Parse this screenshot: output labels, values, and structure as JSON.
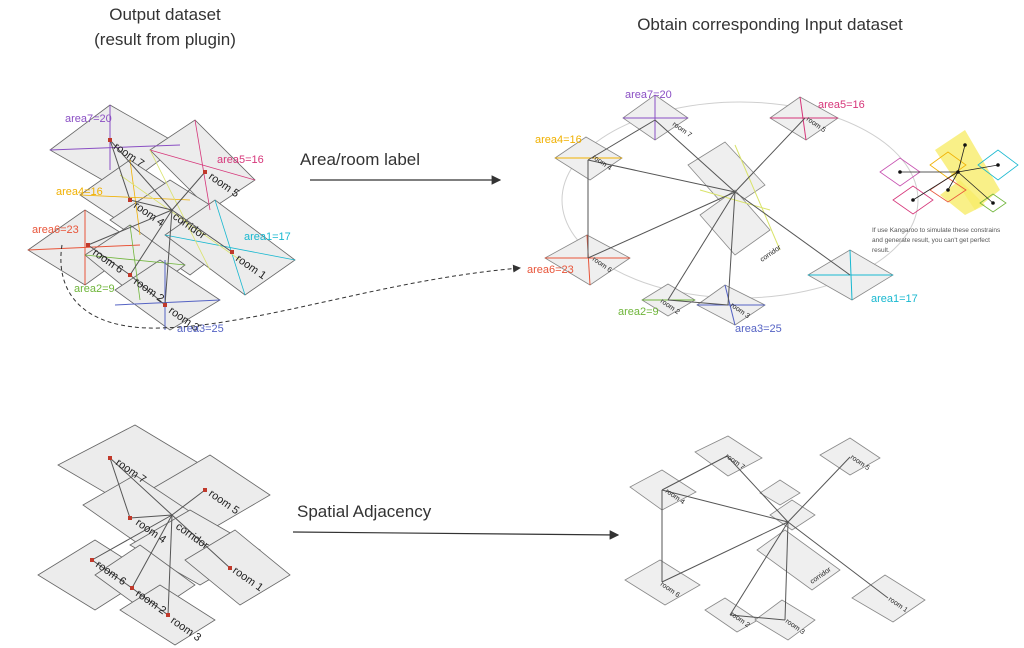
{
  "headings": {
    "output_title": "Output dataset",
    "output_subtitle": "(result from plugin)",
    "input_title": "Obtain corresponding Input dataset"
  },
  "arrows": {
    "area_room_label": "Area/room label",
    "spatial_adjacency": "Spatial Adjacency"
  },
  "rooms": [
    "room 7",
    "room 5",
    "room 4",
    "corridor",
    "room 6",
    "room 2",
    "room 1",
    "room 3"
  ],
  "areas": [
    {
      "text": "area7=20",
      "color": "#8a4fc4"
    },
    {
      "text": "area5=16",
      "color": "#d6367a"
    },
    {
      "text": "area4=16",
      "color": "#f0b000"
    },
    {
      "text": "area6=23",
      "color": "#e8553a"
    },
    {
      "text": "area1=17",
      "color": "#18b8d0"
    },
    {
      "text": "area2=9",
      "color": "#6fb53a"
    },
    {
      "text": "area3=25",
      "color": "#5563c4"
    }
  ],
  "note": {
    "lines": [
      "If use Kangaroo to simulate these constrains",
      "and generate result, you can't get perfect",
      "result."
    ]
  }
}
